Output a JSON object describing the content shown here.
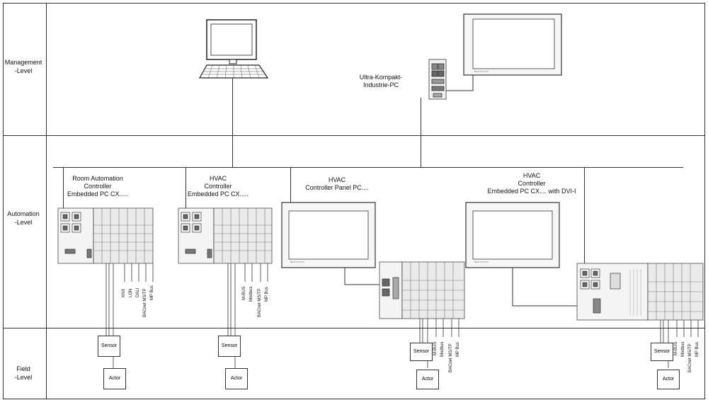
{
  "levels": {
    "management": [
      "Management",
      "-Level"
    ],
    "automation": [
      "Automation",
      "-Level"
    ],
    "field": [
      "Field",
      "-Level"
    ]
  },
  "devices": {
    "ultra_pc": [
      "Ultra-Kompakt-",
      "Industrie-PC"
    ],
    "room_controller": [
      "Room Automation",
      "Controller",
      "Embedded PC CX....."
    ],
    "hvac1": [
      "HVAC",
      "Controller",
      "Embedded PC CX....."
    ],
    "hvac2": [
      "HVAC",
      "Controller Panel PC...."
    ],
    "hvac3": [
      "HVAC",
      "Controller",
      "Embedded PC CX.... with  DVI-I"
    ]
  },
  "bus_labels": {
    "room": [
      "KNX",
      "LON",
      "DALI",
      "BACnet MS/TP",
      "MP Bus"
    ],
    "hvac1": [
      "M-BUS",
      "Modbus",
      "BACnet MS/TP",
      "MP Bus"
    ],
    "hvac2": [
      "M-BUS",
      "Modbus",
      "BACnet MS/TP",
      "MP Bus"
    ],
    "hvac3": [
      "M-BUS",
      "Modbus",
      "BACnet MS/TP",
      "MP Bus"
    ]
  },
  "field_boxes": {
    "sensor": "Sensor",
    "actor": "Actor"
  },
  "brand_mark": "BECKHOFF",
  "colors": {
    "line": "#333333",
    "device_fill": "#f4f4f4",
    "terminal_fill": "#e9e9e9"
  }
}
